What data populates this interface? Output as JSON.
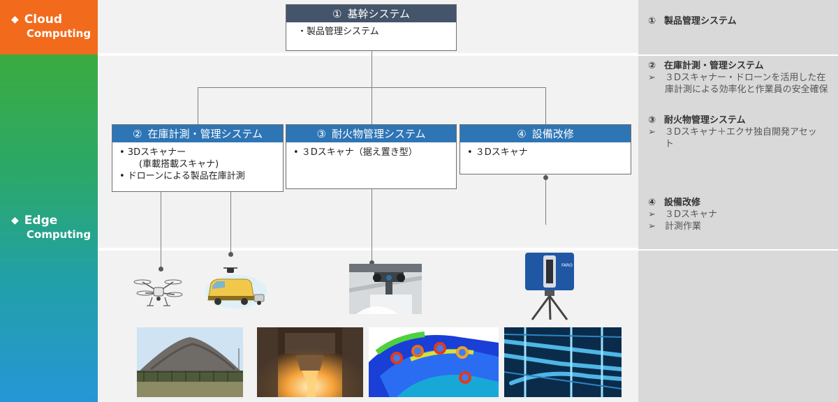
{
  "left_bands": {
    "cloud": {
      "line1": "Cloud",
      "line2": "Computing"
    },
    "edge": {
      "line1": "Edge",
      "line2": "Computing"
    }
  },
  "boxes": {
    "core": {
      "num": "①",
      "title": "基幹システム",
      "items": [
        "・製品管理システム"
      ]
    },
    "inventory": {
      "num": "②",
      "title": "在庫計測・管理システム",
      "items": [
        "• 3Dスキャナー",
        "(車載搭載スキャナ)",
        "• ドローンによる製品在庫計測"
      ]
    },
    "refractory": {
      "num": "③",
      "title": "耐火物管理システム",
      "items": [
        "• ３Dスキャナ（据え置き型）"
      ]
    },
    "equipment": {
      "num": "④",
      "title": "設備改修",
      "items": [
        "• ３Dスキャナ"
      ]
    }
  },
  "right_panel": {
    "s1": {
      "num": "①",
      "title": "製品管理システム"
    },
    "s2": {
      "num": "②",
      "title": "在庫計測・管理システム",
      "bullets": [
        "３Dスキャナー・ドローンを活用した在庫計測による効率化と作業員の安全確保"
      ]
    },
    "s3": {
      "num": "③",
      "title": "耐火物管理システム",
      "bullets": [
        "３Dスキャナ＋エクサ独自開発アセット"
      ]
    },
    "s4": {
      "num": "④",
      "title": "設備改修",
      "bullets": [
        "３Dスキャナ",
        "計測作業"
      ]
    },
    "bullet_glyph": "➢",
    "diamond_glyph": "◆"
  },
  "colors": {
    "cloud_band": "#f26b1d",
    "edge_band_top": "#3bab3f",
    "edge_band_bottom": "#2596d6",
    "core_header": "#44546a",
    "edge_header": "#2e75b6"
  },
  "icons": [
    "drone-image",
    "van-drone-image",
    "stationary-scanner-image",
    "tripod-scanner-image",
    "stockpile-photo",
    "steel-furnace-photo",
    "heatmap-flange-image",
    "industrial-pipes-photo"
  ]
}
